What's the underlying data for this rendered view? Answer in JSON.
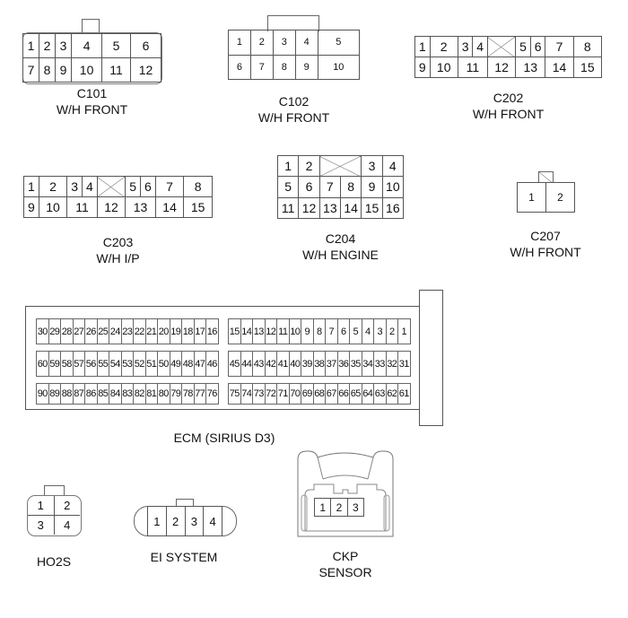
{
  "connectors": {
    "c101": {
      "id": "C101",
      "desc": "W/H FRONT",
      "rows": [
        [
          "1",
          "2",
          "3",
          "4",
          "5",
          "6"
        ],
        [
          "7",
          "8",
          "9",
          "10",
          "11",
          "12"
        ]
      ]
    },
    "c102": {
      "id": "C102",
      "desc": "W/H FRONT",
      "rows": [
        [
          "1",
          "2",
          "3",
          "4",
          "5"
        ],
        [
          "6",
          "7",
          "8",
          "9",
          "10"
        ]
      ]
    },
    "c202": {
      "id": "C202",
      "desc": "W/H FRONT",
      "top": [
        "1",
        "2",
        "3",
        "4",
        "",
        "5",
        "6",
        "7",
        "8"
      ],
      "bottom": [
        "9",
        "10",
        "11",
        "12",
        "13",
        "14",
        "15"
      ]
    },
    "c203": {
      "id": "C203",
      "desc": "W/H I/P",
      "top": [
        "1",
        "2",
        "3",
        "4",
        "",
        "5",
        "6",
        "7",
        "8"
      ],
      "bottom": [
        "9",
        "10",
        "11",
        "12",
        "13",
        "14",
        "15"
      ]
    },
    "c204": {
      "id": "C204",
      "desc": "W/H ENGINE",
      "rows": [
        [
          "1",
          "2",
          "",
          "3",
          "4"
        ],
        [
          "5",
          "6",
          "7",
          "8",
          "9",
          "10"
        ],
        [
          "11",
          "12",
          "13",
          "14",
          "15",
          "16"
        ]
      ]
    },
    "c207": {
      "id": "C207",
      "desc": "W/H FRONT",
      "pins": [
        "1",
        "2"
      ]
    },
    "ecm": {
      "label": "ECM (SIRIUS D3)",
      "left_rows": [
        [
          "30",
          "29",
          "28",
          "27",
          "26",
          "25",
          "24",
          "23",
          "22",
          "21",
          "20",
          "19",
          "18",
          "17",
          "16"
        ],
        [
          "60",
          "59",
          "58",
          "57",
          "56",
          "55",
          "54",
          "53",
          "52",
          "51",
          "50",
          "49",
          "48",
          "47",
          "46"
        ],
        [
          "90",
          "89",
          "88",
          "87",
          "86",
          "85",
          "84",
          "83",
          "82",
          "81",
          "80",
          "79",
          "78",
          "77",
          "76"
        ]
      ],
      "right_rows": [
        [
          "15",
          "14",
          "13",
          "12",
          "11",
          "10",
          "9",
          "8",
          "7",
          "6",
          "5",
          "4",
          "3",
          "2",
          "1"
        ],
        [
          "45",
          "44",
          "43",
          "42",
          "41",
          "40",
          "39",
          "38",
          "37",
          "36",
          "35",
          "34",
          "33",
          "32",
          "31"
        ],
        [
          "75",
          "74",
          "73",
          "72",
          "71",
          "70",
          "69",
          "68",
          "67",
          "66",
          "65",
          "64",
          "63",
          "62",
          "61"
        ]
      ]
    },
    "ho2s": {
      "label": "HO2S",
      "rows": [
        [
          "1",
          "2"
        ],
        [
          "3",
          "4"
        ]
      ]
    },
    "ei": {
      "label": "EI SYSTEM",
      "pins": [
        "1",
        "2",
        "3",
        "4"
      ]
    },
    "ckp": {
      "label_line1": "CKP",
      "label_line2": "SENSOR",
      "pins": [
        "1",
        "2",
        "3"
      ]
    }
  }
}
